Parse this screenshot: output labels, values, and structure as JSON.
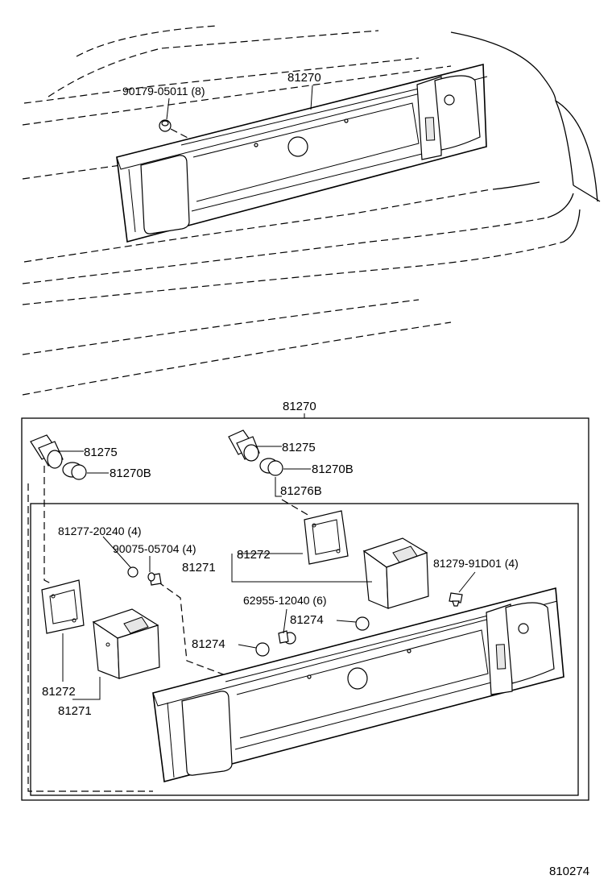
{
  "labels": {
    "top_garnish": "81270",
    "top_clip": "90179-05011 (8)",
    "box_title": "81270",
    "socket_a": "81275",
    "bulb_a": "81270B",
    "socket_b": "81275",
    "bulb_b": "81270B",
    "lamp_assy_b": "81276B",
    "screw_a": "81277-20240 (4)",
    "nut_a": "90075-05704 (4)",
    "lens_b": "81272",
    "housing_b": "81271",
    "clip_b": "81279-91D01 (4)",
    "clip_c": "62955-12040 (6)",
    "cushion_a": "81274",
    "cushion_b": "81274",
    "lens_a": "81272",
    "housing_a": "81271",
    "figure_no": "810274"
  }
}
